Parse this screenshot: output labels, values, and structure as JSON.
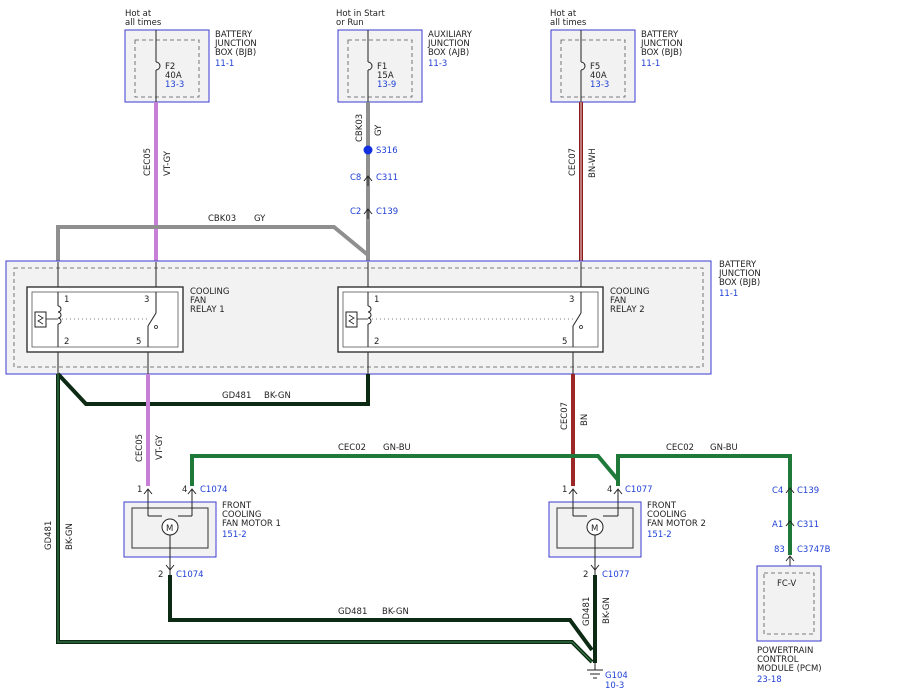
{
  "fuses": {
    "f2": {
      "supply": [
        "Hot at",
        "all times"
      ],
      "box": [
        "BATTERY",
        "JUNCTION",
        "BOX (BJB)"
      ],
      "box_ref": "11-1",
      "fuse": "F2",
      "rating": "40A",
      "ref": "13-3"
    },
    "f1": {
      "supply": [
        "Hot in Start",
        "or Run"
      ],
      "box": [
        "AUXILIARY",
        "JUNCTION",
        "BOX (AJB)"
      ],
      "box_ref": "11-3",
      "fuse": "F1",
      "rating": "15A",
      "ref": "13-9"
    },
    "f5": {
      "supply": [
        "Hot at",
        "all times"
      ],
      "box": [
        "BATTERY",
        "JUNCTION",
        "BOX (BJB)"
      ],
      "box_ref": "11-1",
      "fuse": "F5",
      "rating": "40A",
      "ref": "13-3"
    }
  },
  "wires": {
    "cec05_top": {
      "circuit": "CEC05",
      "color": "VT-GY"
    },
    "cbk03_vert": {
      "circuit": "CBK03",
      "color": "GY"
    },
    "cec07_top": {
      "circuit": "CEC07",
      "color": "BN-WH"
    },
    "cbk03_horiz": {
      "circuit": "CBK03",
      "color": "GY"
    },
    "gd481_horiz": {
      "circuit": "GD481",
      "color": "BK-GN"
    },
    "cec05_mid": {
      "circuit": "CEC05",
      "color": "VT-GY"
    },
    "cec07_mid": {
      "circuit": "CEC07",
      "color": "BN"
    },
    "cec02_left": {
      "circuit": "CEC02",
      "color": "GN-BU"
    },
    "cec02_right": {
      "circuit": "CEC02",
      "color": "GN-BU"
    },
    "gd481_left": {
      "circuit": "GD481",
      "color": "BK-GN"
    },
    "gd481_bottom": {
      "circuit": "GD481",
      "color": "BK-GN"
    },
    "gd481_vert": {
      "circuit": "GD481",
      "color": "BK-GN"
    }
  },
  "splice": {
    "name": "S316"
  },
  "connectors": {
    "c311_top": {
      "pin": "C8",
      "name": "C311"
    },
    "c139_top": {
      "pin": "C2",
      "name": "C139"
    },
    "c4_c139": {
      "pin": "C4",
      "name": "C139"
    },
    "a1_c311": {
      "pin": "A1",
      "name": "C311"
    },
    "p83_c3747b": {
      "pin": "83",
      "name": "C3747B"
    },
    "m1_pin1": "1",
    "m1_pin4": "4",
    "m1_c1074_top": "C1074",
    "m1_pin2": "2",
    "m1_c1074_bot": "C1074",
    "m2_pin1": "1",
    "m2_pin4": "4",
    "m2_c1077_top": "C1077",
    "m2_pin2": "2",
    "m2_c1077_bot": "C1077"
  },
  "bjb_main": {
    "label": [
      "BATTERY",
      "JUNCTION",
      "BOX (BJB)"
    ],
    "ref": "11-1"
  },
  "relay1": {
    "label": [
      "COOLING",
      "FAN",
      "RELAY 1"
    ],
    "pins": [
      "1",
      "3",
      "2",
      "5"
    ]
  },
  "relay2": {
    "label": [
      "COOLING",
      "FAN",
      "RELAY 2"
    ],
    "pins": [
      "1",
      "3",
      "2",
      "5"
    ]
  },
  "motor1": {
    "label": [
      "FRONT",
      "COOLING",
      "FAN MOTOR 1"
    ],
    "ref": "151-2",
    "symbol": "M"
  },
  "motor2": {
    "label": [
      "FRONT",
      "COOLING",
      "FAN MOTOR 2"
    ],
    "ref": "151-2",
    "symbol": "M"
  },
  "pcm": {
    "inner": "FC-V",
    "label": [
      "POWERTRAIN",
      "CONTROL",
      "MODULE (PCM)"
    ],
    "ref": "23-18"
  },
  "ground": {
    "name": "G104",
    "ref": "10-3"
  },
  "colors": {
    "box_border": "#3a3ad0",
    "ref_text": "#1f3fd6",
    "violet_gray": "#c77fd8",
    "gray": "#8f8f8f",
    "brown_white": "#8b1a1a",
    "brown": "#9b2727",
    "green_blue": "#1f7a3a",
    "black_green": "#0d2a14",
    "splice": "#1030e0"
  }
}
